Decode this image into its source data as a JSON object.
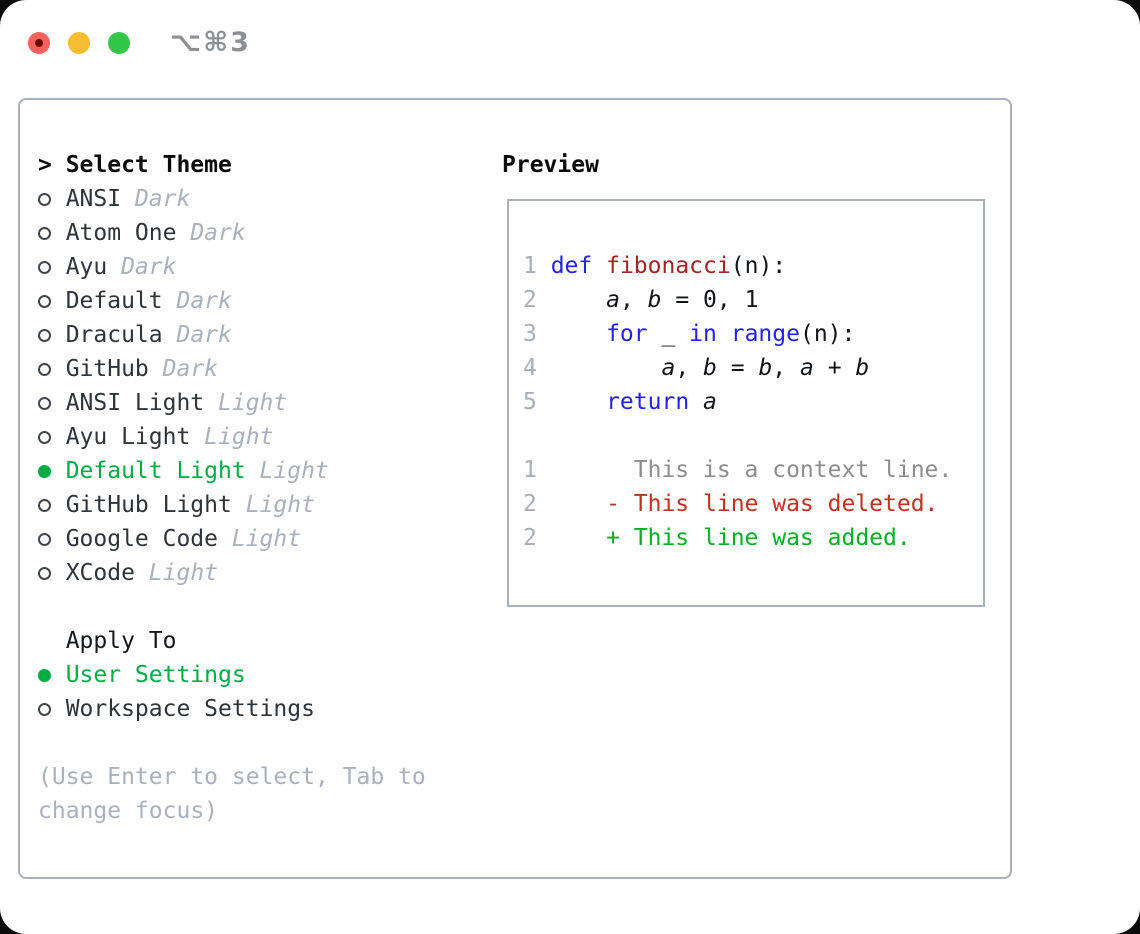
{
  "window": {
    "title": "⌥⌘3",
    "traffic_lights": {
      "close": "close-button",
      "minimize": "minimize-button",
      "zoom": "zoom-button",
      "close_has_unsaved_dot": true
    }
  },
  "theme_panel": {
    "header": {
      "prompt": ">",
      "label": "Select Theme"
    },
    "themes": [
      {
        "name": "ANSI",
        "tag": "Dark",
        "selected": false
      },
      {
        "name": "Atom One",
        "tag": "Dark",
        "selected": false
      },
      {
        "name": "Ayu",
        "tag": "Dark",
        "selected": false
      },
      {
        "name": "Default",
        "tag": "Dark",
        "selected": false
      },
      {
        "name": "Dracula",
        "tag": "Dark",
        "selected": false
      },
      {
        "name": "GitHub",
        "tag": "Dark",
        "selected": false
      },
      {
        "name": "ANSI Light",
        "tag": "Light",
        "selected": false
      },
      {
        "name": "Ayu Light",
        "tag": "Light",
        "selected": false
      },
      {
        "name": "Default Light",
        "tag": "Light",
        "selected": true
      },
      {
        "name": "GitHub Light",
        "tag": "Light",
        "selected": false
      },
      {
        "name": "Google Code",
        "tag": "Light",
        "selected": false
      },
      {
        "name": "XCode",
        "tag": "Light",
        "selected": false
      }
    ],
    "apply_to": {
      "label": "Apply To",
      "options": [
        {
          "name": "User Settings",
          "selected": true
        },
        {
          "name": "Workspace Settings",
          "selected": false
        }
      ]
    },
    "help_lines": [
      "(Use Enter to select, Tab to",
      "change focus)"
    ]
  },
  "preview": {
    "label": "Preview",
    "code_lines": [
      {
        "num": "1",
        "segments": [
          {
            "t": "def",
            "c": "kw"
          },
          {
            "t": " "
          },
          {
            "t": "fibonacci",
            "c": "fn"
          },
          {
            "t": "("
          },
          {
            "t": "n"
          },
          {
            "t": "):"
          }
        ]
      },
      {
        "num": "2",
        "segments": [
          {
            "t": "    "
          },
          {
            "t": "a",
            "c": "vr"
          },
          {
            "t": ", "
          },
          {
            "t": "b",
            "c": "vr"
          },
          {
            "t": " = 0, 1"
          }
        ]
      },
      {
        "num": "3",
        "segments": [
          {
            "t": "    "
          },
          {
            "t": "for",
            "c": "kw"
          },
          {
            "t": " _ "
          },
          {
            "t": "in",
            "c": "kw"
          },
          {
            "t": " "
          },
          {
            "t": "range",
            "c": "kw"
          },
          {
            "t": "(n):"
          }
        ]
      },
      {
        "num": "4",
        "segments": [
          {
            "t": "        "
          },
          {
            "t": "a",
            "c": "vr"
          },
          {
            "t": ", "
          },
          {
            "t": "b",
            "c": "vr"
          },
          {
            "t": " = "
          },
          {
            "t": "b",
            "c": "vr"
          },
          {
            "t": ", "
          },
          {
            "t": "a",
            "c": "vr"
          },
          {
            "t": " + "
          },
          {
            "t": "b",
            "c": "vr"
          }
        ]
      },
      {
        "num": "5",
        "segments": [
          {
            "t": "    "
          },
          {
            "t": "return",
            "c": "kw"
          },
          {
            "t": " "
          },
          {
            "t": "a",
            "c": "vr"
          }
        ]
      }
    ],
    "diff_lines": [
      {
        "num": "1",
        "kind": "context",
        "text": "      This is a context line."
      },
      {
        "num": "2",
        "kind": "deleted",
        "text": "    - This line was deleted."
      },
      {
        "num": "2",
        "kind": "added",
        "text": "    + This line was added."
      }
    ]
  },
  "colors": {
    "green": "#00ad43",
    "kw": "#2222e8",
    "fn": "#a42323",
    "del": "#c6301f",
    "add": "#00b31e",
    "ctx": "#8d8d8d",
    "lnum": "#a5afbd",
    "dim": "#a8b1bd",
    "text": "#2e343b",
    "border": "#a9b2bc",
    "title": "#8c9095",
    "tl_close": "#f5615d",
    "tl_close_dot": "#6e0b01",
    "tl_min": "#f8bd30",
    "tl_zoom": "#33c748"
  }
}
